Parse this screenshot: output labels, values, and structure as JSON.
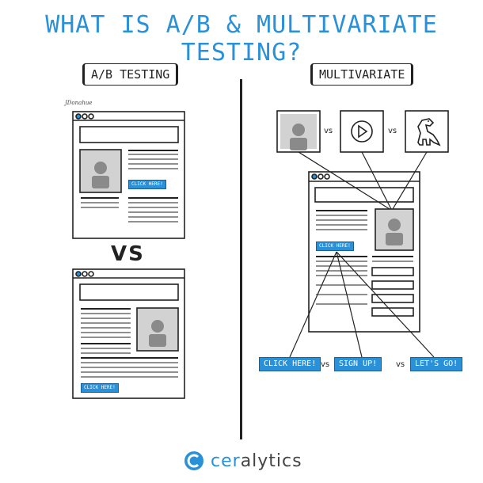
{
  "title": "WHAT IS A/B & MULTIVARIATE TESTING?",
  "ab": {
    "label": "A/B TESTING",
    "signature": "JDonahue",
    "vs": "VS",
    "cta_a": "CLICK HERE!",
    "cta_b": "CLICK HERE!"
  },
  "mv": {
    "label": "MULTIVARIATE",
    "image_vs_1": "vs",
    "image_vs_2": "vs",
    "image_variants": [
      "person-image",
      "play-video-icon",
      "dinosaur-image"
    ],
    "page_cta": "CLICK HERE!",
    "cta_options": [
      "CLICK HERE!",
      "SIGN UP!",
      "LET'S GO!"
    ],
    "cta_vs_1": "vs",
    "cta_vs_2": "vs"
  },
  "logo": {
    "part1": "cer",
    "part2": "alytics"
  },
  "colors": {
    "accent": "#2a90d8",
    "ink": "#222222",
    "image_fill": "#cfcfcf"
  }
}
